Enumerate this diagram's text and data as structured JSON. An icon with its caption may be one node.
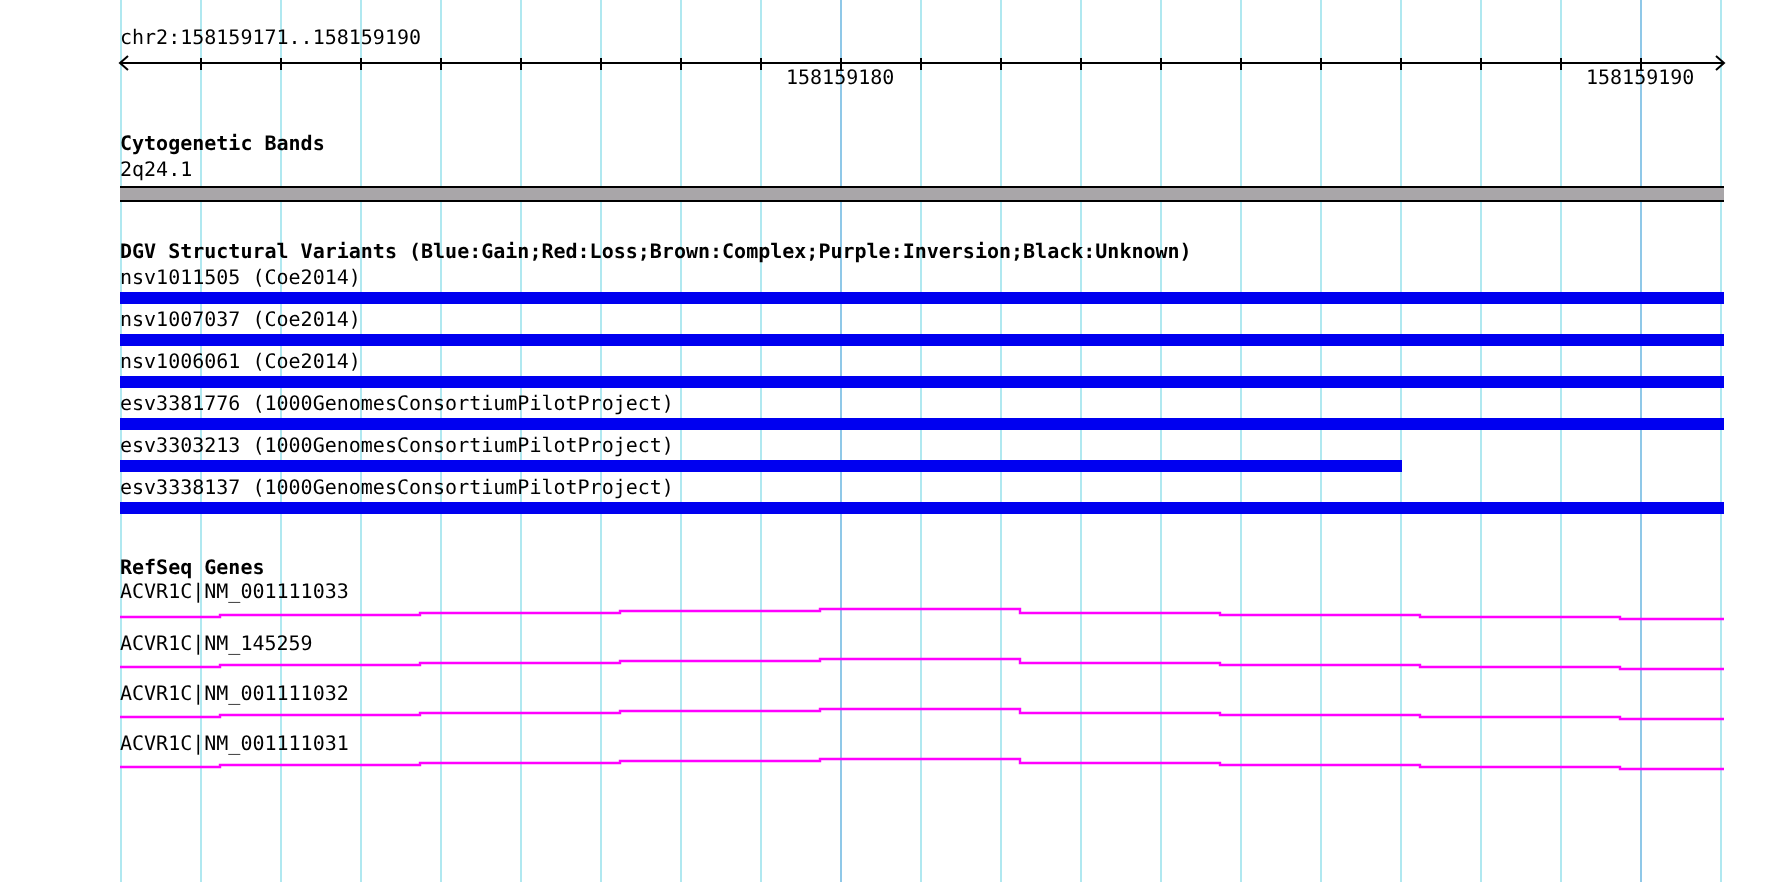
{
  "diagram": {
    "nodes": [
      {
        "text": [
          "2q24.1"
        ]
      },
      {
        "text": [
          "nsv1011505 (Coe2014)"
        ]
      },
      {
        "text": [
          "nsv1007037 (Coe2014)"
        ]
      },
      {
        "text": [
          "nsv1006061 (Coe2014)"
        ]
      },
      {
        "text": [
          "esv3381776 (1000GenomesConsortiumPilotProject)"
        ]
      },
      {
        "text": [
          "esv3303213 (1000GenomesConsortiumPilotProject)"
        ]
      },
      {
        "text": [
          "esv3338137 (1000GenomesConsortiumPilotProject)"
        ]
      },
      {
        "text": [
          "ACVR1C|NM_001111033"
        ]
      },
      {
        "text": [
          "ACVR1C|NM_145259"
        ]
      },
      {
        "text": [
          "ACVR1C|NM_001111032"
        ]
      },
      {
        "text": [
          "ACVR1C|NM_001111031"
        ]
      }
    ],
    "labels": [
      "chr2:158159171..158159190",
      "158159180",
      "158159190",
      "Cytogenetic Bands",
      "DGV Structural Variants (Blue:Gain;Red:Loss;Brown:Complex;Purple:Inversion;Black:Unknown)",
      "RefSeq Genes"
    ]
  }
}
